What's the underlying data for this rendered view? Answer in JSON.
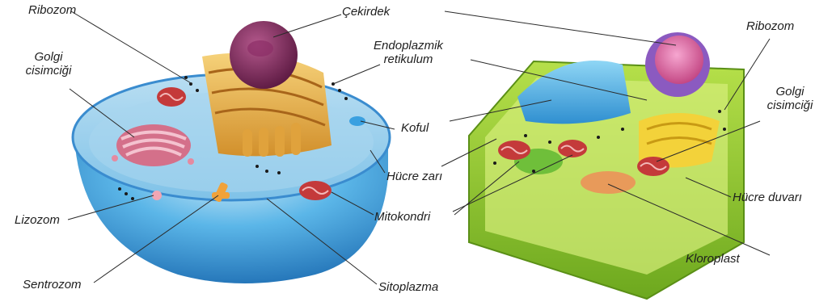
{
  "labels": {
    "ribozom_left": "Ribozom",
    "cekirdek": "Çekirdek",
    "golgi_left_1": "Golgi",
    "golgi_left_2": "cisimciği",
    "er_1": "Endoplazmik",
    "er_2": "retikulum",
    "koful": "Koful",
    "hucre_zari": "Hücre zarı",
    "lizozom": "Lizozom",
    "mitokondri": "Mitokondri",
    "sentrozom": "Sentrozom",
    "sitoplazma": "Sitoplazma",
    "ribozom_right": "Ribozom",
    "golgi_right_1": "Golgi",
    "golgi_right_2": "cisimciği",
    "hucre_duvari": "Hücre duvarı",
    "kloroplast": "Kloroplast"
  }
}
